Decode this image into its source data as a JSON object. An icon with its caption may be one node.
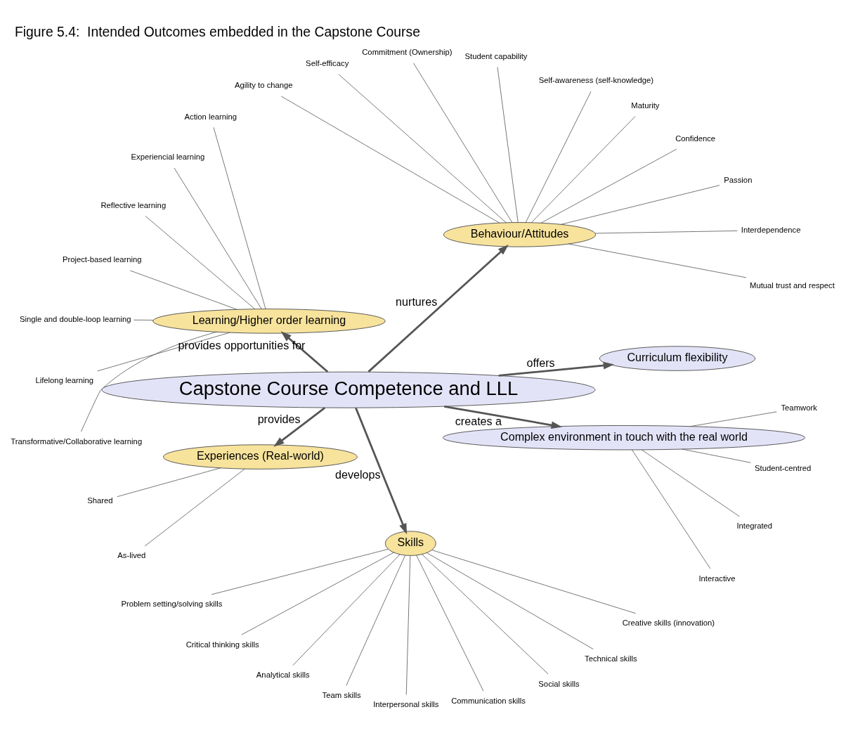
{
  "diagram": {
    "title": "Figure 5.4:  Intended Outcomes embedded in the Capstone Course",
    "nodes": [
      {
        "text": [
          "Curriculum flexibility"
        ]
      },
      {
        "text": [
          "Behaviour/Attitudes"
        ]
      },
      {
        "text": [
          "Learning/Higher order learning"
        ]
      },
      {
        "text": [
          "Capstone Course Competence and LLL"
        ]
      },
      {
        "text": [
          "Experiences (Real-world)"
        ]
      },
      {
        "text": [
          "Skills"
        ]
      },
      {
        "text": [
          "Complex environment in touch with the real world"
        ]
      },
      {
        "text": [
          "Mutual trust and respect"
        ]
      },
      {
        "text": [
          "Interdependence"
        ]
      },
      {
        "text": [
          "Passion"
        ]
      },
      {
        "text": [
          "Confidence"
        ]
      },
      {
        "text": [
          "Maturity"
        ]
      },
      {
        "text": [
          "Self-awareness (self-knowledge)"
        ]
      },
      {
        "text": [
          "Student capability"
        ]
      },
      {
        "text": [
          "Commitment (Ownership)"
        ]
      },
      {
        "text": [
          "Self-efficacy"
        ]
      },
      {
        "text": [
          "Agility to change"
        ]
      },
      {
        "text": [
          "Action learning"
        ]
      },
      {
        "text": [
          "Experiencial learning"
        ]
      },
      {
        "text": [
          "Reflective learning"
        ]
      },
      {
        "text": [
          "Project-based learning"
        ]
      },
      {
        "text": [
          "Single and double-loop learning"
        ]
      },
      {
        "text": [
          "Lifelong learning"
        ]
      },
      {
        "text": [
          "Transformative/Collaborative learning"
        ]
      },
      {
        "text": [
          "Problem setting/solving skills"
        ]
      },
      {
        "text": [
          "Critical thinking skills"
        ]
      },
      {
        "text": [
          "Analytical skills"
        ]
      },
      {
        "text": [
          "Team skills"
        ]
      },
      {
        "text": [
          "Interpersonal skills"
        ]
      },
      {
        "text": [
          "Communication skills"
        ]
      },
      {
        "text": [
          "Social skills"
        ]
      },
      {
        "text": [
          "Technical skills"
        ]
      },
      {
        "text": [
          "Creative skills (innovation)"
        ]
      },
      {
        "text": [
          "Shared"
        ]
      },
      {
        "text": [
          "As-lived"
        ]
      },
      {
        "text": [
          "Interactive"
        ]
      },
      {
        "text": [
          "Integrated"
        ]
      },
      {
        "text": [
          "Student-centred"
        ]
      },
      {
        "text": [
          "Teamwork"
        ]
      }
    ],
    "edges": [
      {
        "from": 3,
        "to": 0,
        "arrow": "to",
        "label": "offers",
        "style": "thick"
      },
      {
        "from": 3,
        "to": 2,
        "arrow": "to",
        "label": "provides opportunities for",
        "style": "thick"
      },
      {
        "from": 3,
        "to": 1,
        "arrow": "to",
        "label": "nurtures",
        "style": "thick"
      },
      {
        "from": 3,
        "to": 4,
        "arrow": "to",
        "label": "provides",
        "style": "thick"
      },
      {
        "from": 3,
        "to": 5,
        "arrow": "to",
        "label": "develops",
        "style": "thick"
      },
      {
        "from": 3,
        "to": 6,
        "arrow": "to",
        "label": "creates a",
        "style": "thick"
      },
      {
        "from": 1,
        "to": 7,
        "arrow": "none"
      },
      {
        "from": 1,
        "to": 8,
        "arrow": "none"
      },
      {
        "from": 1,
        "to": 9,
        "arrow": "none"
      },
      {
        "from": 1,
        "to": 10,
        "arrow": "none"
      },
      {
        "from": 1,
        "to": 11,
        "arrow": "none"
      },
      {
        "from": 1,
        "to": 12,
        "arrow": "none"
      },
      {
        "from": 1,
        "to": 13,
        "arrow": "none"
      },
      {
        "from": 1,
        "to": 14,
        "arrow": "none"
      },
      {
        "from": 1,
        "to": 15,
        "arrow": "none"
      },
      {
        "from": 1,
        "to": 16,
        "arrow": "none"
      },
      {
        "from": 2,
        "to": 17,
        "arrow": "none"
      },
      {
        "from": 2,
        "to": 18,
        "arrow": "none"
      },
      {
        "from": 2,
        "to": 19,
        "arrow": "none"
      },
      {
        "from": 2,
        "to": 20,
        "arrow": "none"
      },
      {
        "from": 2,
        "to": 21,
        "arrow": "none"
      },
      {
        "from": 2,
        "to": 22,
        "arrow": "none"
      },
      {
        "from": 2,
        "to": 23,
        "arrow": "none"
      },
      {
        "from": 5,
        "to": 24,
        "arrow": "none"
      },
      {
        "from": 5,
        "to": 25,
        "arrow": "none"
      },
      {
        "from": 5,
        "to": 26,
        "arrow": "none"
      },
      {
        "from": 5,
        "to": 27,
        "arrow": "none"
      },
      {
        "from": 5,
        "to": 28,
        "arrow": "none"
      },
      {
        "from": 5,
        "to": 29,
        "arrow": "none"
      },
      {
        "from": 5,
        "to": 30,
        "arrow": "none"
      },
      {
        "from": 5,
        "to": 31,
        "arrow": "none"
      },
      {
        "from": 5,
        "to": 32,
        "arrow": "none"
      },
      {
        "from": 4,
        "to": 33,
        "arrow": "none"
      },
      {
        "from": 4,
        "to": 34,
        "arrow": "none"
      },
      {
        "from": 6,
        "to": 35,
        "arrow": "none"
      },
      {
        "from": 6,
        "to": 36,
        "arrow": "none"
      },
      {
        "from": 6,
        "to": 37,
        "arrow": "none"
      },
      {
        "from": 6,
        "to": 38,
        "arrow": "none"
      }
    ]
  }
}
